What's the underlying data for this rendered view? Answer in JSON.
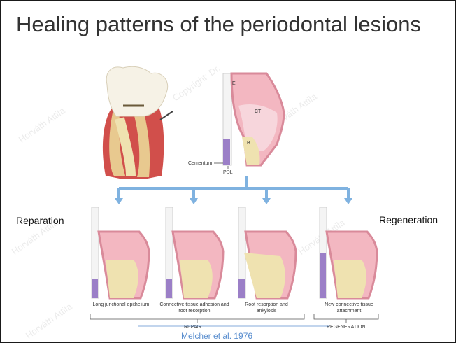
{
  "slide": {
    "title": "Healing patterns of the periodontal lesions",
    "left_label": "Reparation",
    "right_label": "Regeneration",
    "citation": "Melcher et al. 1976",
    "watermark": "Horváth Attila",
    "copyright": "Copyright: Dr."
  },
  "diagram": {
    "top_labels": {
      "e": "E",
      "ct": "CT",
      "b": "B",
      "cementum": "Cementum",
      "pdl": "PDL"
    },
    "outcomes": [
      "Long junctional epithelium",
      "Connective tissue adhesion and root resorption",
      "Root resorption and ankylosis",
      "New connective tissue attachment"
    ],
    "group_labels": {
      "repair": "REPAIR",
      "regeneration": "REGENERATION"
    }
  },
  "colors": {
    "arrow": "#7fb2e0",
    "gingiva": "#d98a9a",
    "bone": "#efe2b0",
    "cementum": "#9b7fc7",
    "citation": "#5b8fcf"
  }
}
